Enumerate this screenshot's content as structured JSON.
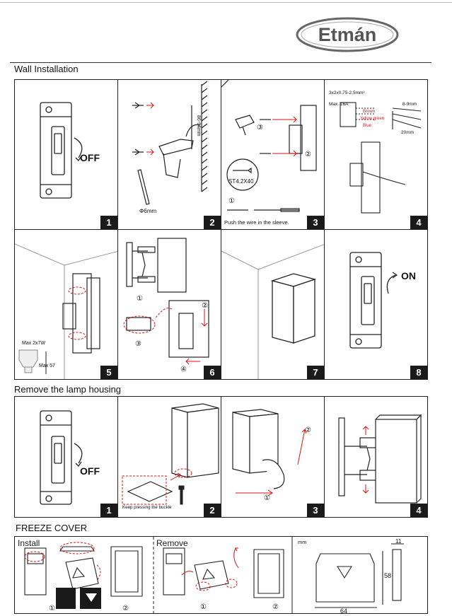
{
  "brand": {
    "logo_text": "Etmán"
  },
  "sections": {
    "wall_installation": "Wall Installation",
    "remove_housing": "Remove the lamp housing",
    "freeze_cover": "FREEZE COVER"
  },
  "wall_steps": [
    {
      "number": "1",
      "labels": {
        "off": "OFF"
      }
    },
    {
      "number": "2",
      "labels": {
        "depth": "86-94mm",
        "drill_bit": "Φ6mm"
      }
    },
    {
      "number": "3",
      "labels": {
        "screw": "ST4.2X40",
        "circle1": "①",
        "circle2": "②",
        "circle3": "③",
        "note": "Push the wire in the sleeve."
      }
    },
    {
      "number": "4",
      "labels": {
        "cable_spec": "3x2x0.75-2,5mm²",
        "max_current": "Max. 16A",
        "strip1": "8-9mm",
        "strip2": "20mm",
        "wire_brown": "Brown",
        "wire_yg": "Yellow green",
        "wire_blue": "Blue"
      }
    },
    {
      "number": "5",
      "labels": {
        "lamp_max": "Max 2x7W",
        "lamp_len": "Max 57"
      }
    },
    {
      "number": "6",
      "labels": {
        "circle1": "①",
        "circle2": "②",
        "circle3": "③",
        "circle4": "④"
      }
    },
    {
      "number": "7"
    },
    {
      "number": "8",
      "labels": {
        "on": "ON"
      }
    }
  ],
  "remove_steps": [
    {
      "number": "1",
      "labels": {
        "off": "OFF"
      }
    },
    {
      "number": "2",
      "labels": {
        "note": "Keep pressing the buckle"
      }
    },
    {
      "number": "3",
      "labels": {
        "circle1": "①",
        "circle2": "②"
      }
    },
    {
      "number": "4"
    }
  ],
  "freeze": {
    "install": "Install",
    "remove": "Remove",
    "unit": "mm",
    "circle1": "①",
    "circle2": "②",
    "circle2b": "②",
    "dim_height": "58",
    "dim_width": "64",
    "dim_depth": "11"
  },
  "colors": {
    "accent_red": "#d11a1a",
    "panel_number_bg": "#1a1a1a",
    "logo_gray": "#555555"
  }
}
